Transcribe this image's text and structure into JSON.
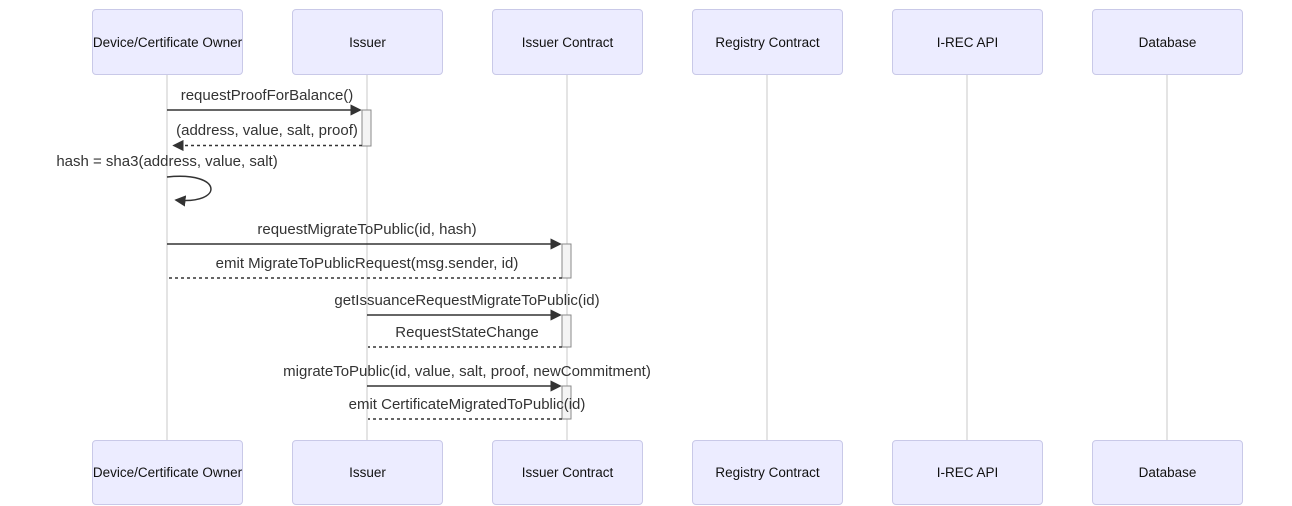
{
  "diagram": {
    "type": "sequence-diagram",
    "actors": [
      {
        "id": "owner",
        "label": "Device/Certificate Owner"
      },
      {
        "id": "issuer",
        "label": "Issuer"
      },
      {
        "id": "issuer-contract",
        "label": "Issuer Contract"
      },
      {
        "id": "registry-contract",
        "label": "Registry Contract"
      },
      {
        "id": "irec-api",
        "label": "I-REC API"
      },
      {
        "id": "database",
        "label": "Database"
      }
    ],
    "messages": [
      {
        "from": "owner",
        "to": "issuer",
        "style": "solid-arrow",
        "text": "requestProofForBalance()"
      },
      {
        "from": "issuer",
        "to": "owner",
        "style": "dashed-arrow",
        "text": "(address, value, salt, proof)"
      },
      {
        "from": "owner",
        "to": "owner",
        "style": "self-loop",
        "text": "hash = sha3(address, value, salt)"
      },
      {
        "from": "owner",
        "to": "issuer-contract",
        "style": "solid-arrow",
        "text": "requestMigrateToPublic(id, hash)"
      },
      {
        "from": "issuer-contract",
        "to": "owner",
        "style": "dashed-plain",
        "text": "emit MigrateToPublicRequest(msg.sender, id)"
      },
      {
        "from": "issuer",
        "to": "issuer-contract",
        "style": "solid-arrow",
        "text": "getIssuanceRequestMigrateToPublic(id)"
      },
      {
        "from": "issuer-contract",
        "to": "issuer",
        "style": "dashed-plain",
        "text": "RequestStateChange"
      },
      {
        "from": "issuer",
        "to": "issuer-contract",
        "style": "solid-arrow",
        "text": "migrateToPublic(id, value, salt, proof, newCommitment)"
      },
      {
        "from": "issuer-contract",
        "to": "issuer",
        "style": "dashed-plain",
        "text": "emit CertificateMigratedToPublic(id)"
      }
    ],
    "colors": {
      "actor_fill": "#ECECFF",
      "actor_border": "#C9C9E8",
      "message_line": "#333333",
      "message_text": "#333333",
      "lifeline": "#C9C9C9",
      "activation_fill": "#F4F4F4",
      "activation_border": "#8A8A8A"
    }
  }
}
